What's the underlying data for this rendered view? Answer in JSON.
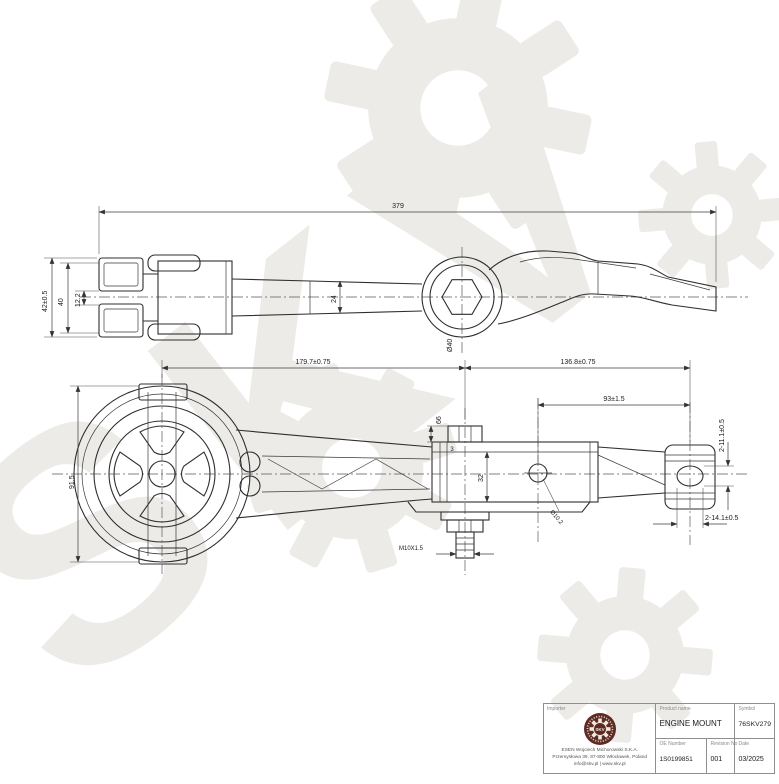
{
  "watermark": {
    "text": "SKV",
    "color": "#edebe8"
  },
  "drawing": {
    "line_color": "#2f2f2f",
    "dims": {
      "overall_length": "379",
      "fork_height": "42±0.5",
      "fork_inner": "40",
      "fork_slot": "12.2",
      "arm_width": "24",
      "eye_dia": "Ø40",
      "span_left": "179.7±0.75",
      "span_right": "136.8±0.75",
      "hole_span": "93±1.5",
      "stud_height": "66",
      "bush_od": "91.5",
      "block_height": "32",
      "wall": "3",
      "thread": "M10X1.5",
      "hole_dia": "Ø10.2",
      "slot_width": "2-11.1±0.5",
      "slot_length": "2-14.1±0.5"
    }
  },
  "title_block": {
    "importer_label": "Importer",
    "logo_text": "SKV",
    "company_lines": [
      "ESEN Wojciech Michorowski S.K.A.",
      "Przemysłowa 39, 87-800 Włocławek, Poland",
      "info@skv.pl | www.skv.pl"
    ],
    "product_label": "Product name",
    "product_value": "ENGINE MOUNT",
    "symbol_label": "Symbol",
    "symbol_value": "76SKV279",
    "oe_label": "OE Number",
    "oe_value": "1S0199851",
    "revision_label": "Revision No",
    "revision_value": "001",
    "date_label": "Date",
    "date_value": "03/2025"
  }
}
